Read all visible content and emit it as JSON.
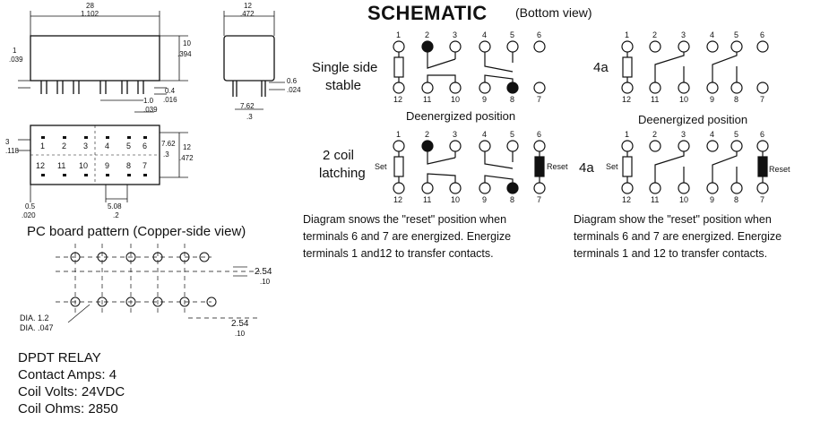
{
  "schematic": {
    "title": "SCHEMATIC",
    "subtitle": "(Bottom view)",
    "rows": [
      {
        "label_line1": "Single side",
        "label_line2": "stable",
        "caption": "Deenergized position"
      },
      {
        "label_line1": "2 coil",
        "label_line2": "latching"
      }
    ],
    "right_label": "4a",
    "set_label": "Set",
    "reset_label": "Reset",
    "top_pins": [
      "1",
      "2",
      "3",
      "4",
      "5",
      "6"
    ],
    "bottom_pins": [
      "12",
      "11",
      "10",
      "9",
      "8",
      "7"
    ]
  },
  "notes": {
    "left": [
      "Diagram snows the \"reset\" position when",
      "terminals 6 and 7 are energized. Energize",
      "terminals 1 and12 to transfer contacts."
    ],
    "right": [
      "Diagram show the \"reset\" position when",
      "terminals 6 and 7 are energized. Energize",
      "terminals 1 and 12 to transfer contacts."
    ]
  },
  "pcb": {
    "title": "PC board pattern (Copper-side view)",
    "dia_mm": "DIA. 1.2",
    "dia_in": "DIA. .047",
    "pitch1_mm": "2.54",
    "pitch1_in": ".10",
    "pitch2_mm": "2.54",
    "pitch2_in": ".10"
  },
  "dimensions": {
    "length_mm": "28",
    "length_in": "1.102",
    "height_mm": "10",
    "height_in": ".394",
    "side_height_mm": "1",
    "side_height_in": ".039",
    "pin_len_mm": "0.4",
    "pin_len_in": ".016",
    "pin_spacing_mm": "1.0",
    "pin_spacing_in": ".039",
    "width_mm": "12",
    "width_in": ".472",
    "row_spacing_mm": "7.62",
    "row_spacing_in": ".3",
    "pin_thick_mm": "0.6",
    "pin_thick_in": ".024",
    "pin_offset_mm": "3",
    "pin_offset_in": ".118",
    "bottom_width_mm": "12",
    "bottom_width_in": ".472",
    "bottom_row_mm": "7.62",
    "bottom_row_in": ".3",
    "edge_mm": "0.5",
    "edge_in": ".020",
    "pitch_mm": "5.08",
    "pitch_in": ".2"
  },
  "specs": {
    "line1": "DPDT RELAY",
    "line2": "Contact Amps: 4",
    "line3": "Coil Volts: 24VDC",
    "line4": "Coil Ohms: 2850"
  }
}
